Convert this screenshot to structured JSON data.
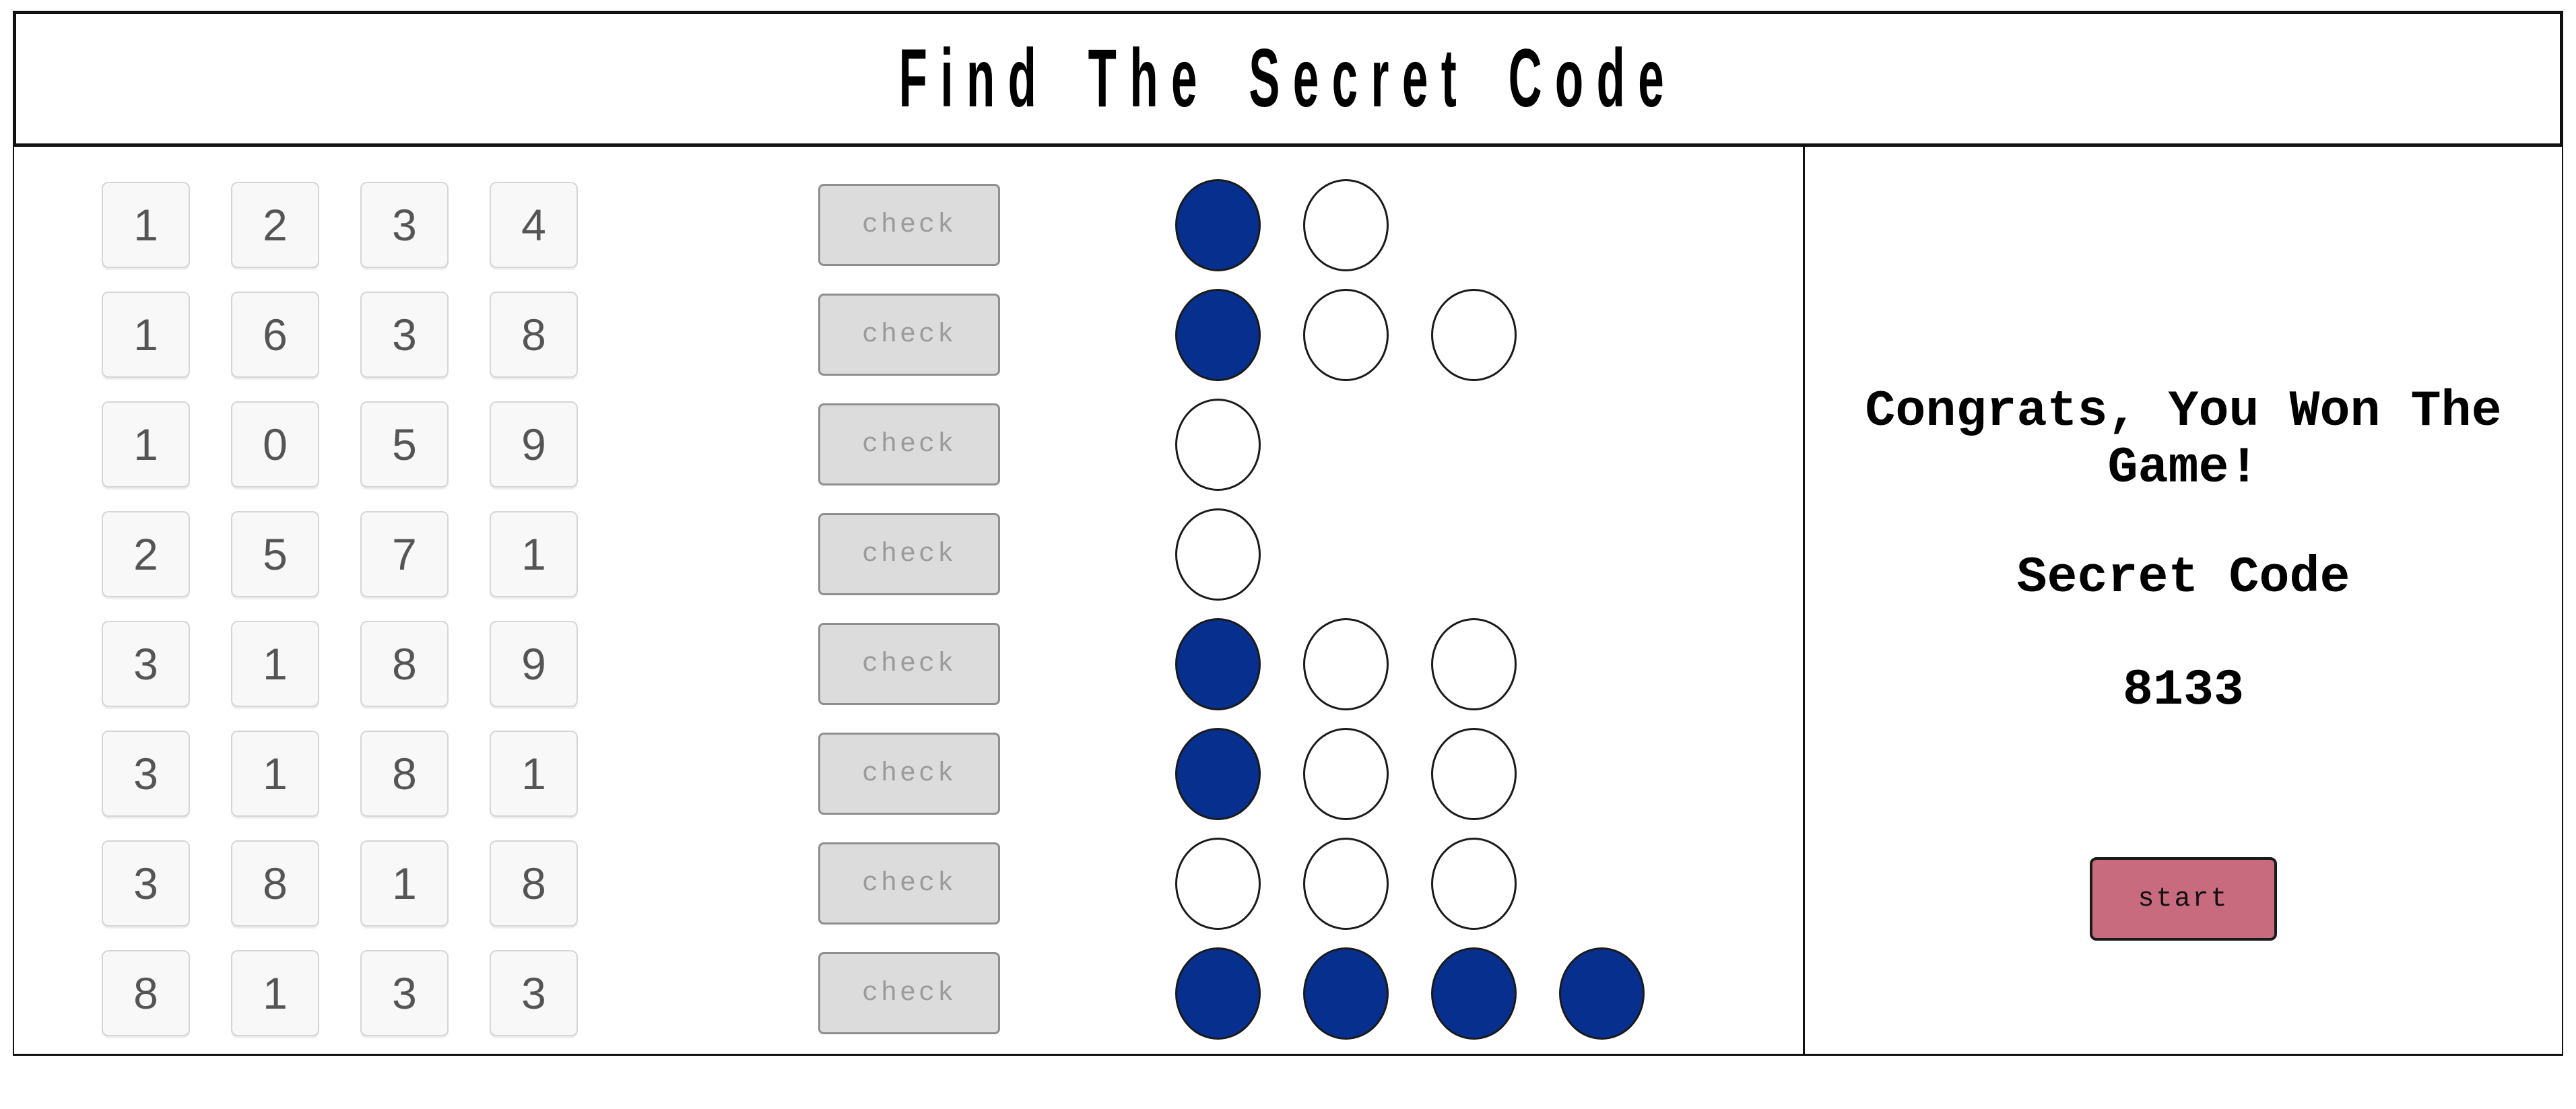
{
  "title": "Find The Secret Code",
  "board": {
    "check_label": "check",
    "rows": [
      {
        "digits": [
          "1",
          "2",
          "3",
          "4"
        ],
        "pegs": [
          "filled",
          "empty"
        ]
      },
      {
        "digits": [
          "1",
          "6",
          "3",
          "8"
        ],
        "pegs": [
          "filled",
          "empty",
          "empty"
        ]
      },
      {
        "digits": [
          "1",
          "0",
          "5",
          "9"
        ],
        "pegs": [
          "empty"
        ]
      },
      {
        "digits": [
          "2",
          "5",
          "7",
          "1"
        ],
        "pegs": [
          "empty"
        ]
      },
      {
        "digits": [
          "3",
          "1",
          "8",
          "9"
        ],
        "pegs": [
          "filled",
          "empty",
          "empty"
        ]
      },
      {
        "digits": [
          "3",
          "1",
          "8",
          "1"
        ],
        "pegs": [
          "filled",
          "empty",
          "empty"
        ]
      },
      {
        "digits": [
          "3",
          "8",
          "1",
          "8"
        ],
        "pegs": [
          "empty",
          "empty",
          "empty"
        ]
      },
      {
        "digits": [
          "8",
          "1",
          "3",
          "3"
        ],
        "pegs": [
          "filled",
          "filled",
          "filled",
          "filled"
        ]
      }
    ]
  },
  "result_panel": {
    "message": "Congrats, You Won The Game!",
    "secret_code_label": "Secret Code",
    "secret_code_value": "8133",
    "start_button_label": "start"
  },
  "colors": {
    "peg_filled_blue": "#07308e",
    "start_button_bg": "#c96b7e",
    "check_button_bg": "#dcdcdc"
  }
}
